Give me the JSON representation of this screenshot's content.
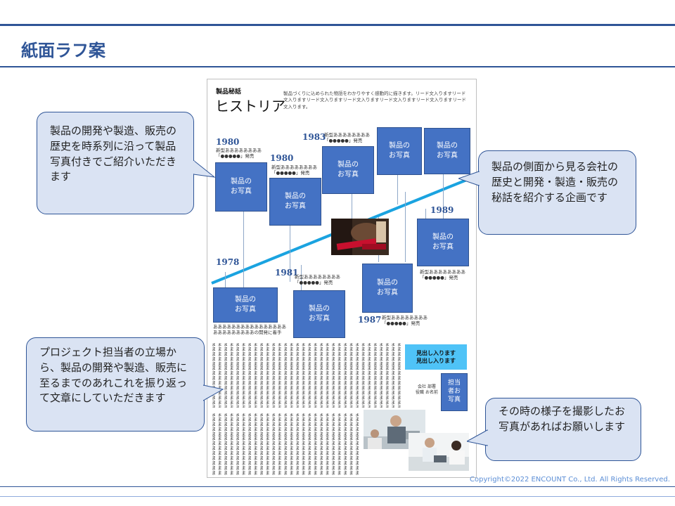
{
  "header": {
    "title": "紙面ラフ案",
    "accent_color": "#2f5597"
  },
  "page_mock": {
    "corner_label": "製品秘話",
    "heading": "ヒストリア",
    "lead_text": "製品づくりに込められた物語をわかりやすく感動的に描きます。リード文入りますリード文入りますリード文入りますリード文入りますリード文入りますリード文入りますリード文入ります。",
    "photo_label_line1": "製品の",
    "photo_label_line2": "お写真",
    "timeline": [
      {
        "year": "1980",
        "caption1": "新型ああああああああ",
        "caption2": "「●●●●●」発売"
      },
      {
        "year": "1980",
        "caption1": "新型ああああああああ",
        "caption2": "「●●●●●」発売"
      },
      {
        "year": "1983",
        "caption1": "新型ああああああああ",
        "caption2": "「●●●●●」発売"
      },
      {
        "year": "1978",
        "caption1": "ああああああああああああああああ",
        "caption2": "あああああああああの開発に着手"
      },
      {
        "year": "1981",
        "caption1": "新型ああああああああ",
        "caption2": "「●●●●●」発売"
      },
      {
        "year": "1987",
        "caption1": "新型ああああああああ",
        "caption2": "「●●●●●」発売"
      },
      {
        "year": "1989",
        "caption1": "新型ああああああああ",
        "caption2": "「●●●●●」発売"
      }
    ],
    "headline_box_line1": "見出し入ります",
    "headline_box_line2": "見出し入ります",
    "staff_label_1": "担当者お写真",
    "staff_label_2": "会社 部署 役職 お名前",
    "body_glyph": "ま"
  },
  "callouts": {
    "top_left": "製品の開発や製造、販売の歴史を時系列に沿って製品写真付きでご紹介いただきます",
    "right": "製品の側面から見る会社の歴史と開発・製造・販売の秘話を紹介する企画です",
    "bottom_left": "プロジェクト担当者の立場から、製品の開発や製造、販売に至るまでのあれこれを振り返って文章にしていただきます",
    "bottom_right": "その時の様子を撮影したお写真があればお願いします"
  },
  "footer": {
    "copyright": "Copyright©2022 ENCOUNT Co., Ltd. All Rights Reserved."
  }
}
